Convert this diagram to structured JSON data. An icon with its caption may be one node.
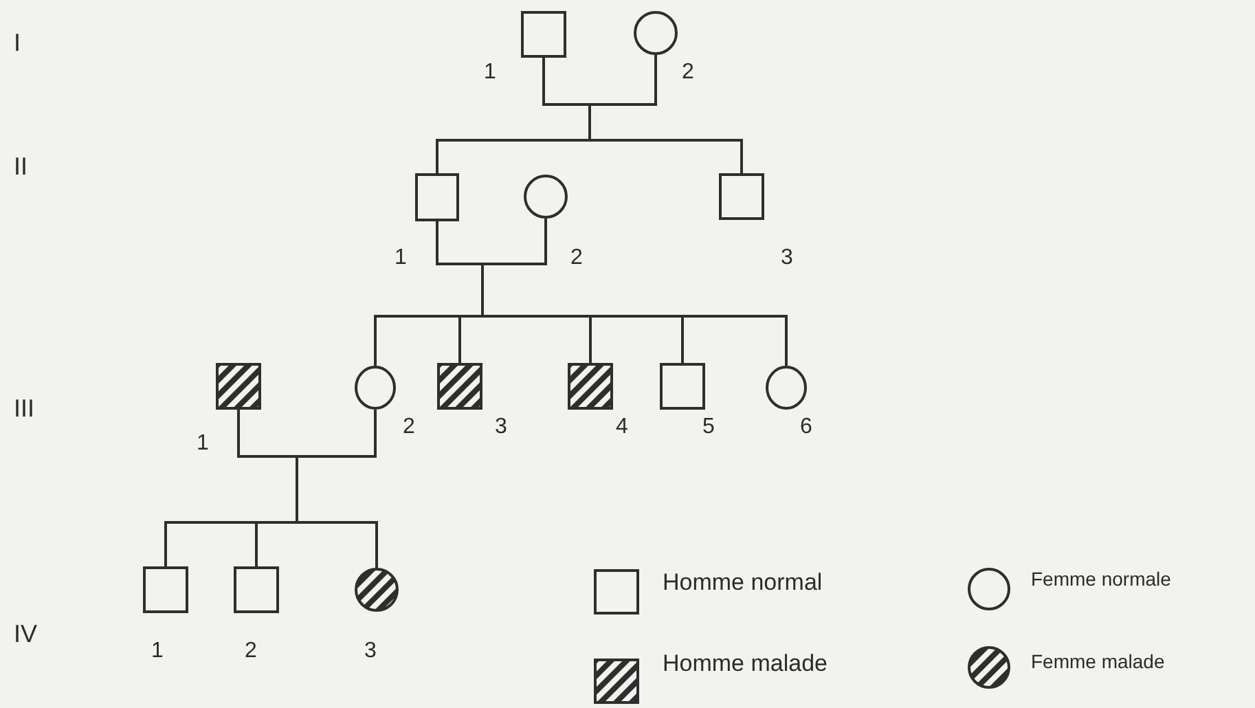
{
  "diagram": {
    "nodes": [
      {
        "text": [],
        "shape": "box",
        "beside": [
          "1"
        ]
      },
      {
        "text": [],
        "shape": "circle",
        "beside": [
          "2"
        ]
      },
      {
        "text": [],
        "shape": "box",
        "beside": [
          "1"
        ]
      },
      {
        "text": [],
        "shape": "circle",
        "beside": [
          "2"
        ]
      },
      {
        "text": [],
        "shape": "box",
        "beside": [
          "3"
        ]
      },
      {
        "text": [],
        "shape": "hatched-box",
        "beside": [
          "1"
        ]
      },
      {
        "text": [],
        "shape": "circle",
        "beside": [
          "2"
        ]
      },
      {
        "text": [],
        "shape": "hatched-box",
        "beside": [
          "3"
        ]
      },
      {
        "text": [],
        "shape": "hatched-box",
        "beside": [
          "4"
        ]
      },
      {
        "text": [],
        "shape": "box",
        "beside": [
          "5"
        ]
      },
      {
        "text": [],
        "shape": "circle",
        "beside": [
          "6"
        ]
      },
      {
        "text": [],
        "shape": "box",
        "beside": [
          "1"
        ]
      },
      {
        "text": [],
        "shape": "box",
        "beside": [
          "2"
        ]
      },
      {
        "text": [],
        "shape": "hatched-circle",
        "beside": [
          "3"
        ]
      }
    ],
    "edges": [
      {
        "from": 0,
        "to": 1,
        "arrow": "none"
      },
      {
        "from": 0,
        "to": 2,
        "arrow": "none"
      },
      {
        "from": 1,
        "to": 2,
        "arrow": "none"
      },
      {
        "from": 0,
        "to": 4,
        "arrow": "none"
      },
      {
        "from": 1,
        "to": 4,
        "arrow": "none"
      },
      {
        "from": 2,
        "to": 3,
        "arrow": "none"
      },
      {
        "from": 2,
        "to": 6,
        "arrow": "none"
      },
      {
        "from": 3,
        "to": 6,
        "arrow": "none"
      },
      {
        "from": 2,
        "to": 7,
        "arrow": "none"
      },
      {
        "from": 3,
        "to": 7,
        "arrow": "none"
      },
      {
        "from": 2,
        "to": 8,
        "arrow": "none"
      },
      {
        "from": 3,
        "to": 8,
        "arrow": "none"
      },
      {
        "from": 2,
        "to": 9,
        "arrow": "none"
      },
      {
        "from": 3,
        "to": 9,
        "arrow": "none"
      },
      {
        "from": 2,
        "to": 10,
        "arrow": "none"
      },
      {
        "from": 3,
        "to": 10,
        "arrow": "none"
      },
      {
        "from": 5,
        "to": 6,
        "arrow": "none"
      },
      {
        "from": 5,
        "to": 11,
        "arrow": "none"
      },
      {
        "from": 6,
        "to": 11,
        "arrow": "none"
      },
      {
        "from": 5,
        "to": 12,
        "arrow": "none"
      },
      {
        "from": 6,
        "to": 12,
        "arrow": "none"
      },
      {
        "from": 5,
        "to": 13,
        "arrow": "none"
      },
      {
        "from": 6,
        "to": 13,
        "arrow": "none"
      }
    ],
    "labels": [
      "I",
      "II",
      "III",
      "IV"
    ],
    "legend": [
      {
        "text": "Homme normal"
      },
      {
        "text": "Femme normale"
      },
      {
        "text": "Homme malade"
      },
      {
        "text": "Femme malade"
      }
    ]
  }
}
